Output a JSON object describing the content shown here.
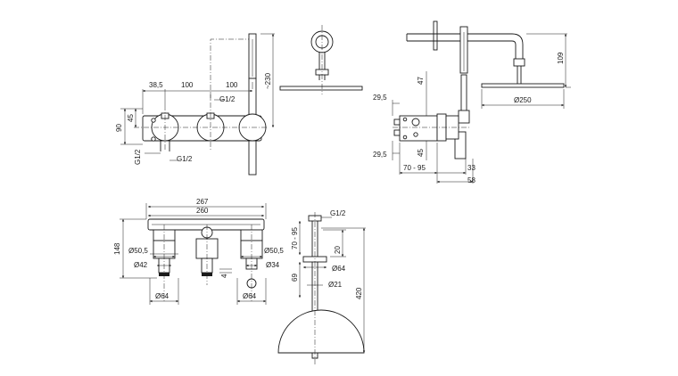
{
  "top_left": {
    "dims": {
      "d385": "38,5",
      "d100a": "100",
      "d100b": "100",
      "g12a": "G1/2",
      "d230": "~230",
      "d90": "90",
      "d45": "45",
      "g12b": "G1/2",
      "g12c": "G1/2"
    }
  },
  "top_right": {
    "dims": {
      "d295a": "29,5",
      "d47": "47",
      "d45": "45",
      "d295b": "29,5",
      "d7095": "70 - 95",
      "d33": "33",
      "d58": "58",
      "d109": "109",
      "d250": "Ø250"
    }
  },
  "bottom_left": {
    "dims": {
      "d267": "267",
      "d260": "260",
      "d148": "148",
      "d505a": "Ø50,5",
      "d505b": "Ø50,5",
      "d42": "Ø42",
      "d34": "Ø34",
      "d4": "4",
      "d64a": "Ø64",
      "d64b": "Ø64"
    }
  },
  "bottom_right": {
    "dims": {
      "g12": "G1/2",
      "d7095": "70 - 95",
      "d20": "20",
      "d64": "Ø64",
      "d69": "69",
      "d21": "Ø21",
      "d420": "420"
    }
  }
}
